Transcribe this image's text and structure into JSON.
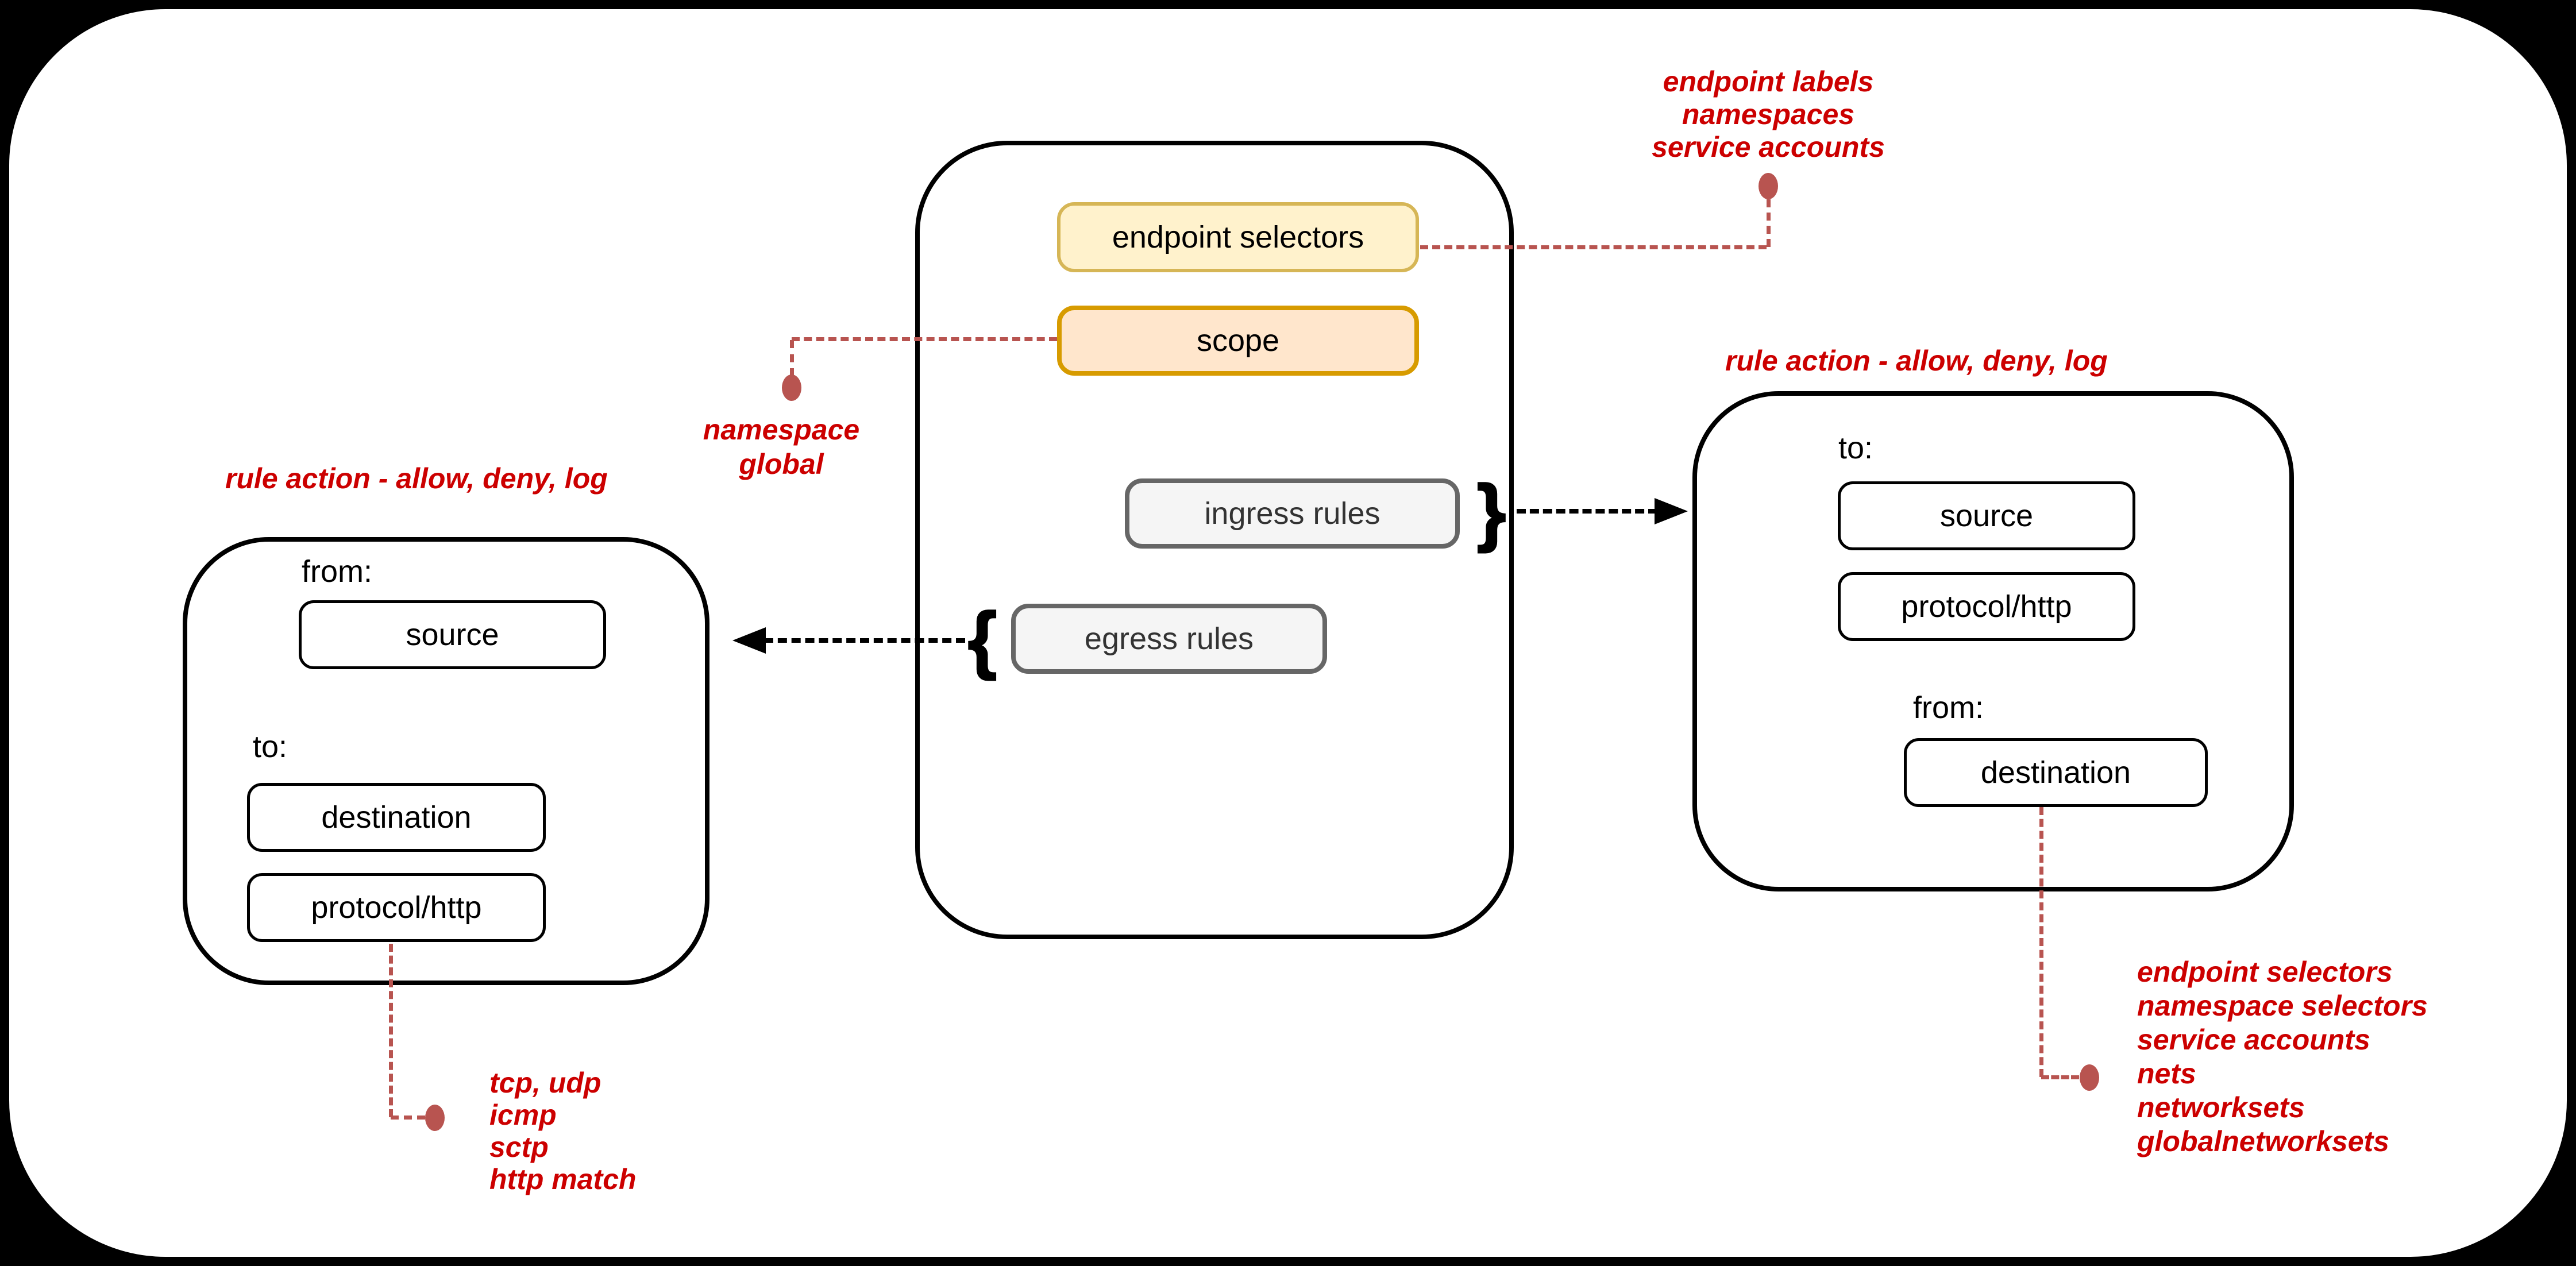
{
  "colors": {
    "background": "#000000",
    "canvas": "#FFFFFF",
    "annotation_red": "#CC0000",
    "connector_red": "#B85450",
    "yellow_fill": "#FFF2CC",
    "yellow_border": "#D6B656",
    "orange_fill": "#FFE6CC",
    "orange_border": "#D79B00",
    "gray_fill": "#F5F5F5",
    "gray_border": "#666666"
  },
  "policy_panel": {
    "endpoint_selectors_label": "endpoint selectors",
    "scope_label": "scope",
    "ingress_rules_label": "ingress rules",
    "egress_rules_label": "egress rules",
    "ingress_brace": "}",
    "egress_brace": "{"
  },
  "left_rule_box": {
    "title": "rule action - allow, deny, log",
    "from_label": "from:",
    "source_label": "source",
    "to_label": "to:",
    "destination_label": "destination",
    "protocol_label": "protocol/http"
  },
  "right_rule_box": {
    "title": "rule action - allow, deny, log",
    "to_label": "to:",
    "source_label": "source",
    "protocol_label": "protocol/http",
    "from_label": "from:",
    "destination_label": "destination"
  },
  "annotations": {
    "endpoint_selectors_note": {
      "lines": [
        "endpoint labels",
        "namespaces",
        "service accounts"
      ]
    },
    "scope_note": {
      "lines": [
        "namespace",
        "global"
      ]
    },
    "protocol_note": {
      "lines": [
        "tcp, udp",
        "icmp",
        "sctp",
        "http match"
      ]
    },
    "destination_note": {
      "lines": [
        "endpoint selectors",
        "namespace selectors",
        "service accounts",
        "nets",
        "networksets",
        "globalnetworksets"
      ]
    }
  }
}
